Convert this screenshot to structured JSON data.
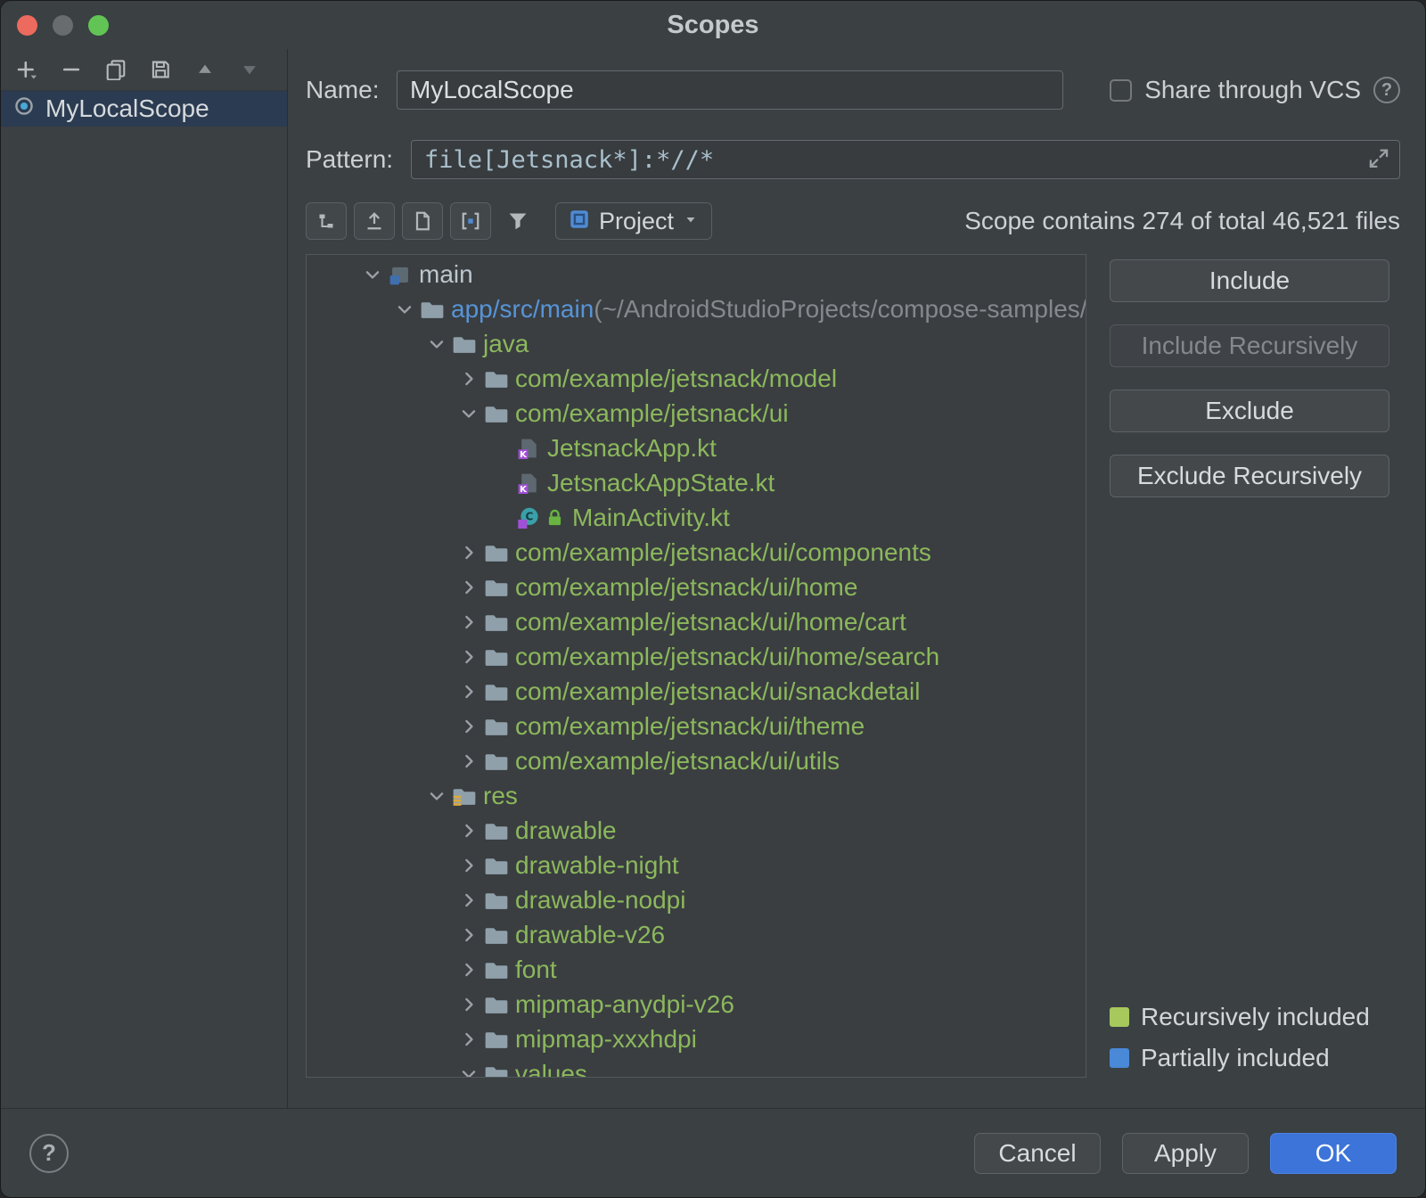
{
  "titlebar": {
    "title": "Scopes"
  },
  "sidebar": {
    "toolbar_icons": [
      "add",
      "remove",
      "copy",
      "save",
      "move-up",
      "move-down"
    ],
    "items": [
      {
        "label": "MyLocalScope",
        "selected": true
      }
    ]
  },
  "form": {
    "name_label": "Name:",
    "name_value": "MyLocalScope",
    "share_vcs_label": "Share through VCS",
    "share_vcs_checked": false,
    "pattern_label": "Pattern:",
    "pattern_value": "file[Jetsnack*]:*//*"
  },
  "tree_toolbar": {
    "project_selector": "Project",
    "scope_summary": "Scope contains 274 of total 46,521 files"
  },
  "tree": {
    "rows": [
      {
        "indent": 0,
        "chevron": "open",
        "icon": "module",
        "label": "main",
        "color": "plain"
      },
      {
        "indent": 1,
        "chevron": "open",
        "icon": "folder",
        "label": "app/src/main",
        "color": "blue",
        "suffix": " (~/AndroidStudioProjects/compose-samples/"
      },
      {
        "indent": 2,
        "chevron": "open",
        "icon": "folder",
        "label": "java",
        "color": "green"
      },
      {
        "indent": 3,
        "chevron": "closed",
        "icon": "folder",
        "label": "com/example/jetsnack/model",
        "color": "green"
      },
      {
        "indent": 3,
        "chevron": "open",
        "icon": "folder",
        "label": "com/example/jetsnack/ui",
        "color": "green"
      },
      {
        "indent": 4,
        "chevron": "none",
        "icon": "kotlin-file",
        "label": "JetsnackApp.kt",
        "color": "green"
      },
      {
        "indent": 4,
        "chevron": "none",
        "icon": "kotlin-file",
        "label": "JetsnackAppState.kt",
        "color": "green"
      },
      {
        "indent": 4,
        "chevron": "none",
        "icon": "kotlin-class",
        "label": "MainActivity.kt",
        "color": "green"
      },
      {
        "indent": 3,
        "chevron": "closed",
        "icon": "folder",
        "label": "com/example/jetsnack/ui/components",
        "color": "green"
      },
      {
        "indent": 3,
        "chevron": "closed",
        "icon": "folder",
        "label": "com/example/jetsnack/ui/home",
        "color": "green"
      },
      {
        "indent": 3,
        "chevron": "closed",
        "icon": "folder",
        "label": "com/example/jetsnack/ui/home/cart",
        "color": "green"
      },
      {
        "indent": 3,
        "chevron": "closed",
        "icon": "folder",
        "label": "com/example/jetsnack/ui/home/search",
        "color": "green"
      },
      {
        "indent": 3,
        "chevron": "closed",
        "icon": "folder",
        "label": "com/example/jetsnack/ui/snackdetail",
        "color": "green"
      },
      {
        "indent": 3,
        "chevron": "closed",
        "icon": "folder",
        "label": "com/example/jetsnack/ui/theme",
        "color": "green"
      },
      {
        "indent": 3,
        "chevron": "closed",
        "icon": "folder",
        "label": "com/example/jetsnack/ui/utils",
        "color": "green"
      },
      {
        "indent": 2,
        "chevron": "open",
        "icon": "folder-res",
        "label": "res",
        "color": "green"
      },
      {
        "indent": 3,
        "chevron": "closed",
        "icon": "folder",
        "label": "drawable",
        "color": "green"
      },
      {
        "indent": 3,
        "chevron": "closed",
        "icon": "folder",
        "label": "drawable-night",
        "color": "green"
      },
      {
        "indent": 3,
        "chevron": "closed",
        "icon": "folder",
        "label": "drawable-nodpi",
        "color": "green"
      },
      {
        "indent": 3,
        "chevron": "closed",
        "icon": "folder",
        "label": "drawable-v26",
        "color": "green"
      },
      {
        "indent": 3,
        "chevron": "closed",
        "icon": "folder",
        "label": "font",
        "color": "green"
      },
      {
        "indent": 3,
        "chevron": "closed",
        "icon": "folder",
        "label": "mipmap-anydpi-v26",
        "color": "green"
      },
      {
        "indent": 3,
        "chevron": "closed",
        "icon": "folder",
        "label": "mipmap-xxxhdpi",
        "color": "green"
      },
      {
        "indent": 3,
        "chevron": "open",
        "icon": "folder",
        "label": "values",
        "color": "green"
      }
    ]
  },
  "actions": [
    {
      "label": "Include",
      "enabled": false
    },
    {
      "label": "Include Recursively",
      "enabled": true
    },
    {
      "label": "Exclude",
      "enabled": false
    },
    {
      "label": "Exclude Recursively",
      "enabled": true
    }
  ],
  "legend": [
    {
      "label": "Recursively included",
      "color": "#a6c85c"
    },
    {
      "label": "Partially included",
      "color": "#4a88d8"
    }
  ],
  "footer": {
    "cancel": "Cancel",
    "apply": "Apply",
    "ok": "OK",
    "help": "?"
  },
  "colors": {
    "primary_button": "#3c74d9",
    "included_green": "#8cb85c",
    "path_blue": "#5794d8"
  }
}
